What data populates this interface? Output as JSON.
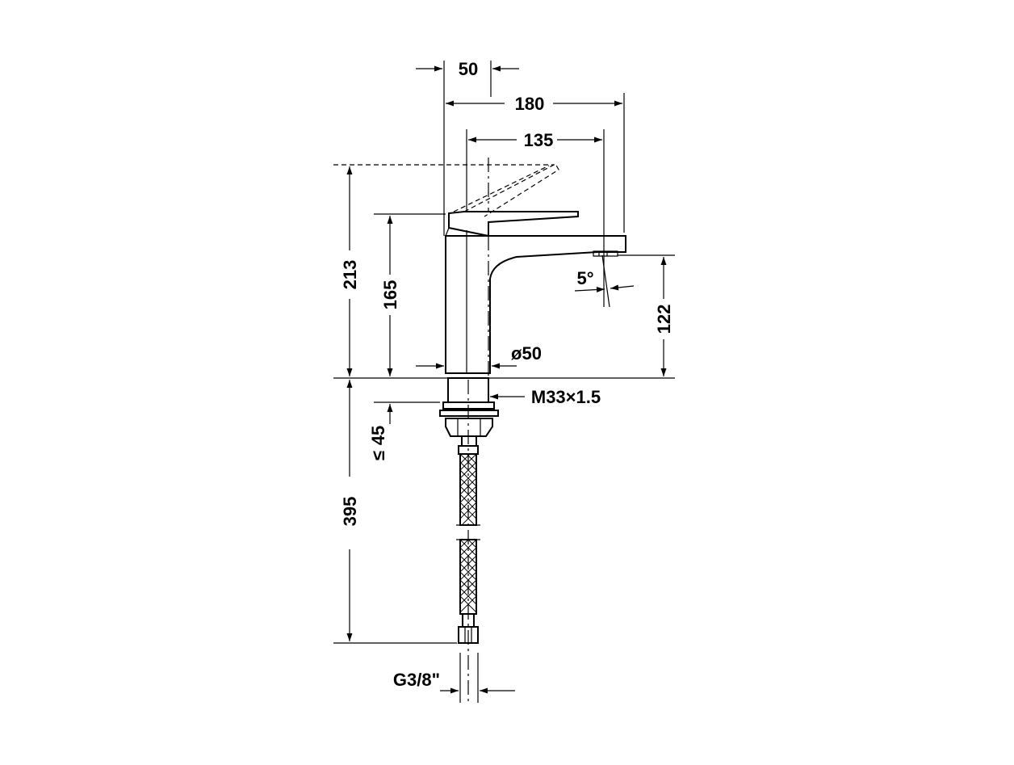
{
  "drawing": {
    "colors": {
      "line": "#000000",
      "background": "#ffffff"
    },
    "dimensions": {
      "spout_base_offset": "50",
      "overall_depth": "180",
      "spout_reach": "135",
      "overall_height": "213",
      "lever_height": "165",
      "outlet_height": "122",
      "spout_angle": "5°",
      "body_diameter": "ø50",
      "thread": "M33×1.5",
      "max_deck_thickness_value": "45",
      "max_deck_thickness_symbol": "≤",
      "hose_length": "395",
      "hose_connection": "G3/8\""
    }
  }
}
